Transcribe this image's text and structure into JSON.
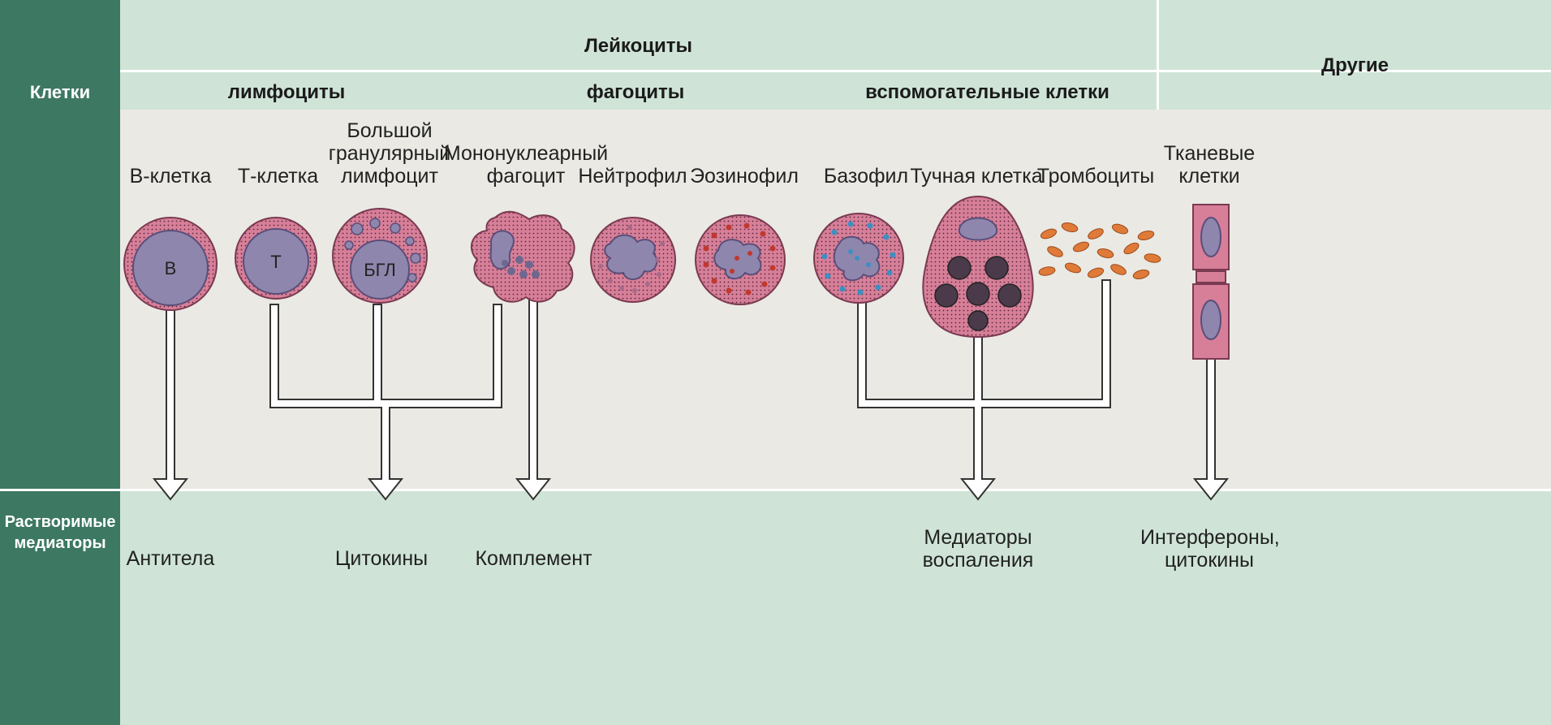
{
  "row_headers": {
    "cells": "Клетки",
    "mediators": "Растворимые\nмедиаторы"
  },
  "groups": {
    "leukocytes": "Лейкоциты",
    "other": "Другие",
    "lymphocytes": "лимфоциты",
    "phagocytes": "фагоциты",
    "accessory": "вспомогательные клетки"
  },
  "cells": {
    "b_cell": "В-клетка",
    "t_cell": "Т-клетка",
    "lgl": "Большой\nгранулярный\nлимфоцит",
    "mononuclear": "Мононуклеарный\nфагоцит",
    "neutrophil": "Нейтрофил",
    "eosinophil": "Эозинофил",
    "basophil": "Базофил",
    "mast": "Тучная клетка",
    "platelets": "Тромбоциты",
    "tissue": "Тканевые\nклетки"
  },
  "cell_letters": {
    "b": "В",
    "t": "Т",
    "lgl": "БГЛ"
  },
  "mediators": {
    "antibodies": "Антитела",
    "cytokines": "Цитокины",
    "complement": "Комплемент",
    "inflammation": "Медиаторы\nвоспаления",
    "interferons": "Интерфероны,\nцитокины"
  },
  "colors": {
    "sidebar": "#3d7863",
    "header_band": "#cfe4d7",
    "mediator_band": "#cfe4d7",
    "cell_body": "#d77f99",
    "nucleus": "#8f86ad",
    "granule_red": "#c0382f",
    "granule_blue": "#3d8fc4",
    "platelet": "#e07a38"
  }
}
